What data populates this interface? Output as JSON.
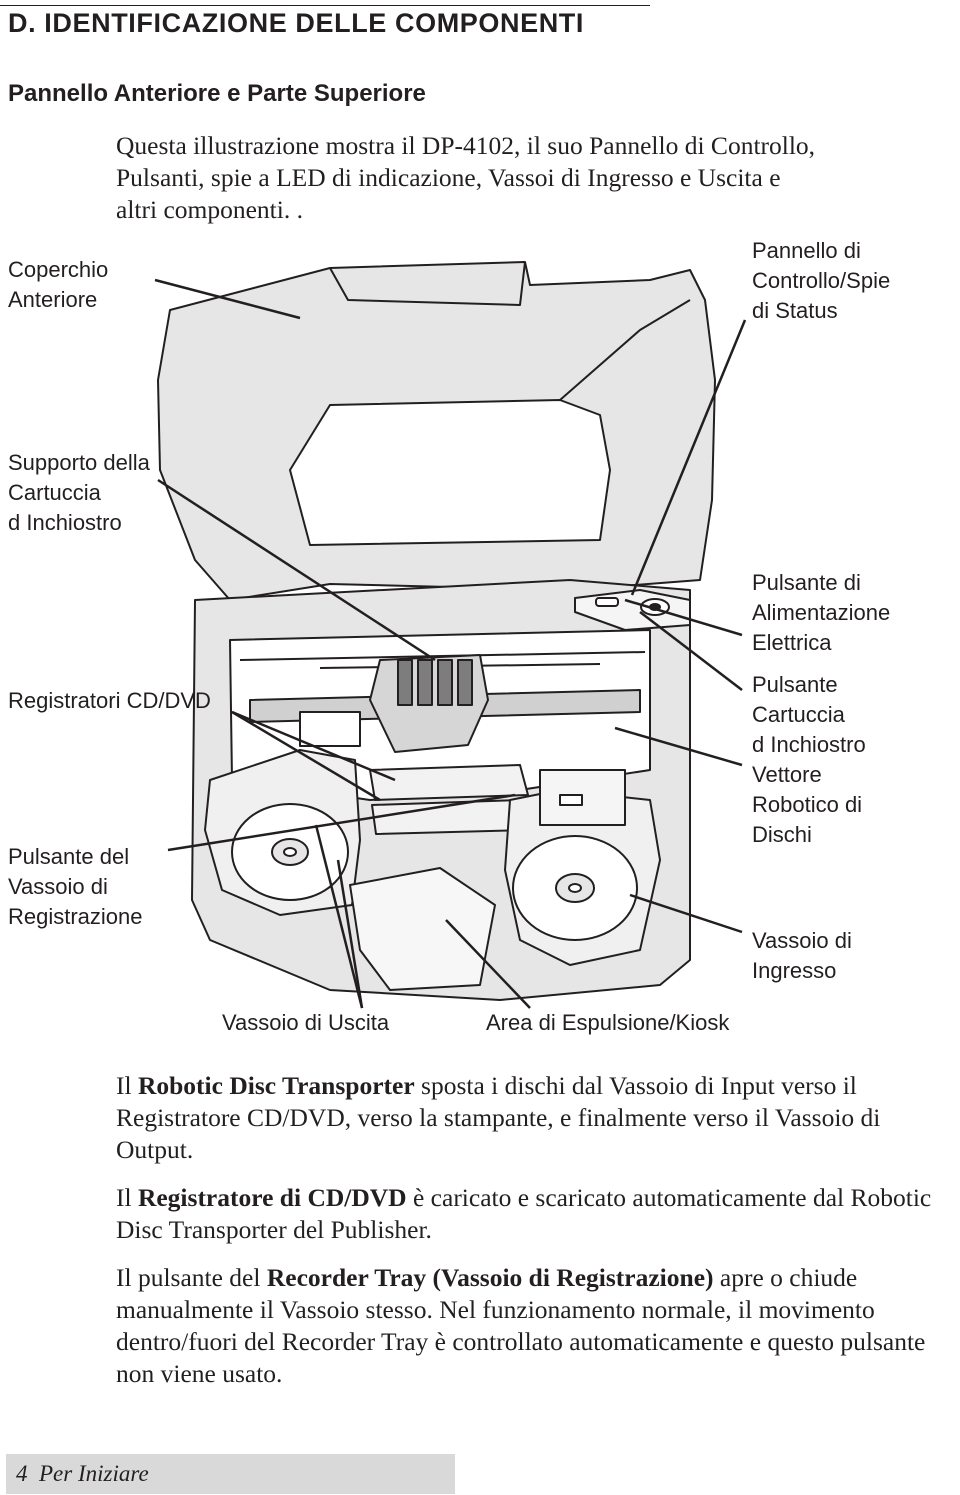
{
  "header": {
    "title": "D. IDENTIFICAZIONE DELLE COMPONENTI",
    "subtitle": "Pannello Anteriore e Parte Superiore"
  },
  "intro": {
    "line1": "Questa illustrazione mostra il DP-4102, il suo Pannello di Controllo,",
    "line2": "Pulsanti, spie a LED di indicazione, Vassoi di Ingresso e Uscita e",
    "line3": "altri componenti. ."
  },
  "callouts": {
    "coperchio": [
      "Coperchio",
      "Anteriore"
    ],
    "pannello": [
      "Pannello di",
      "Controllo/Spie",
      "di Status"
    ],
    "supporto": [
      "Supporto della",
      "Cartuccia",
      "d Inchiostro"
    ],
    "alimentazione": [
      "Pulsante di",
      "Alimentazione",
      "Elettrica"
    ],
    "registratori": [
      "Registratori CD/DVD"
    ],
    "cartuccia": [
      "Pulsante",
      "Cartuccia",
      "d Inchiostro"
    ],
    "vettore": [
      "Vettore",
      "Robotico di",
      "Dischi"
    ],
    "pulsante_vassoio": [
      "Pulsante del",
      "Vassoio di",
      "Registrazione"
    ],
    "vassoio_ingresso": [
      "Vassoio di",
      "Ingresso"
    ],
    "vassoio_uscita": [
      "Vassoio di Uscita"
    ],
    "area_espulsione": [
      "Area di Espulsione/Kiosk"
    ]
  },
  "paragraphs": [
    {
      "pre": "Il ",
      "bold": "Robotic Disc Transporter",
      "post": " sposta i dischi dal Vassoio di Input verso il Registratore CD/DVD, verso la stampante, e finalmente verso il Vassoio di Output."
    },
    {
      "pre": "Il ",
      "bold": "Registratore di CD/DVD",
      "post": " è caricato e scaricato automaticamente dal Robotic Disc Transporter del Publisher."
    },
    {
      "pre": "Il pulsante del ",
      "bold": "Recorder Tray (Vassoio di Registrazione)",
      "post": " apre o chiude manualmente il Vassoio stesso. Nel funzionamento normale, il movimento dentro/fuori del Recorder Tray è controllato automaticamente e questo pulsante non viene usato."
    }
  ],
  "footer": {
    "page_number": "4",
    "section": "Per Iniziare"
  },
  "colors": {
    "ink": "#231f20",
    "device_fill": "#e6e6e6",
    "device_dark": "#c8c8c8",
    "footer_bar": "#d9d9d9"
  }
}
